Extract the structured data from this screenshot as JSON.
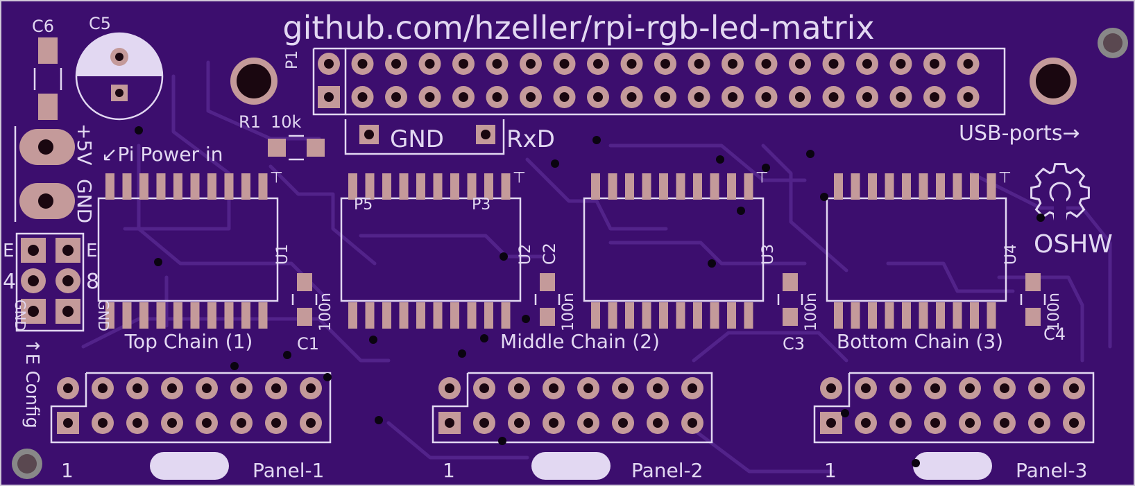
{
  "board": {
    "title": "github.com/hzeller/rpi-rgb-led-matrix",
    "colors": {
      "substrate": "#3c0e6e",
      "silkscreen": "#e2d8f2",
      "pad": "#c49a9a",
      "trace": "#52238a"
    },
    "header_label": "P1",
    "gnd_label": "GND",
    "rxd_label": "RxD",
    "usb_label": "USB-ports→",
    "power": {
      "plus_label": "+5V",
      "gnd_label": "GND",
      "note": "↙Pi Power in"
    },
    "resistor": {
      "ref": "R1",
      "value": "10k"
    },
    "caps_top": [
      {
        "ref": "C6"
      },
      {
        "ref": "C5"
      }
    ],
    "chips": [
      {
        "ref": "U1",
        "cap_ref": "C1",
        "cap_value": "100n",
        "chain_label": "Top Chain (1)"
      },
      {
        "ref": "U2",
        "cap_ref": "C2",
        "cap_value": "100n",
        "chain_label": "Middle Chain (2)"
      },
      {
        "ref": "U3",
        "cap_ref": "C3",
        "cap_value": "100n",
        "chain_label": ""
      },
      {
        "ref": "U4",
        "cap_ref": "C4",
        "cap_value": "100n",
        "chain_label": "Bottom Chain (3)"
      }
    ],
    "p5_label": "P5",
    "p3_label": "P3",
    "chip_mark": "⊥",
    "oshw_label": "OSHW",
    "config": {
      "left_e": "E",
      "right_e": "E",
      "left_4": "4",
      "right_8": "8",
      "left_gnd": "GND",
      "right_gnd": "GND",
      "arrow_label": "↑E Config"
    },
    "panels": [
      {
        "pin1": "1",
        "name": "Panel-1"
      },
      {
        "pin1": "1",
        "name": "Panel-2"
      },
      {
        "pin1": "1",
        "name": "Panel-3"
      }
    ]
  }
}
